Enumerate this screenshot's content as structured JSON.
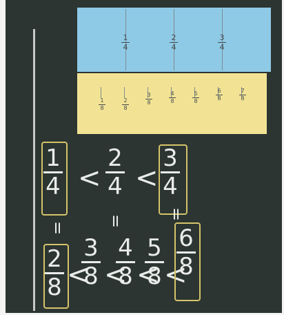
{
  "photo": {
    "blue_strip": {
      "labels": [
        {
          "num": "1",
          "den": "4"
        },
        {
          "num": "2",
          "den": "4"
        },
        {
          "num": "3",
          "den": "4"
        }
      ]
    },
    "yellow_strip": {
      "labels": [
        {
          "num": "1",
          "den": "8"
        },
        {
          "num": "2",
          "den": "8"
        },
        {
          "num": "3",
          "den": "8"
        },
        {
          "num": "4",
          "den": "8"
        },
        {
          "num": "5",
          "den": "8"
        },
        {
          "num": "6",
          "den": "8"
        },
        {
          "num": "7",
          "den": "8"
        }
      ]
    },
    "row1": {
      "fractions": [
        {
          "num": "1",
          "den": "4"
        },
        {
          "num": "2",
          "den": "4"
        },
        {
          "num": "3",
          "den": "4"
        }
      ],
      "symbol": "<"
    },
    "equals": "=",
    "row2": {
      "fractions": [
        {
          "num": "2",
          "den": "8"
        },
        {
          "num": "3",
          "den": "8"
        },
        {
          "num": "4",
          "den": "8"
        },
        {
          "num": "5",
          "den": "8"
        },
        {
          "num": "6",
          "den": "8"
        }
      ],
      "symbol": "<"
    },
    "colors": {
      "board": "#2c3532",
      "blue_paper": "#8ecae6",
      "yellow_paper": "#f2e394",
      "chalk": "#e9ece9",
      "highlight_box": "#d6c46a"
    }
  }
}
